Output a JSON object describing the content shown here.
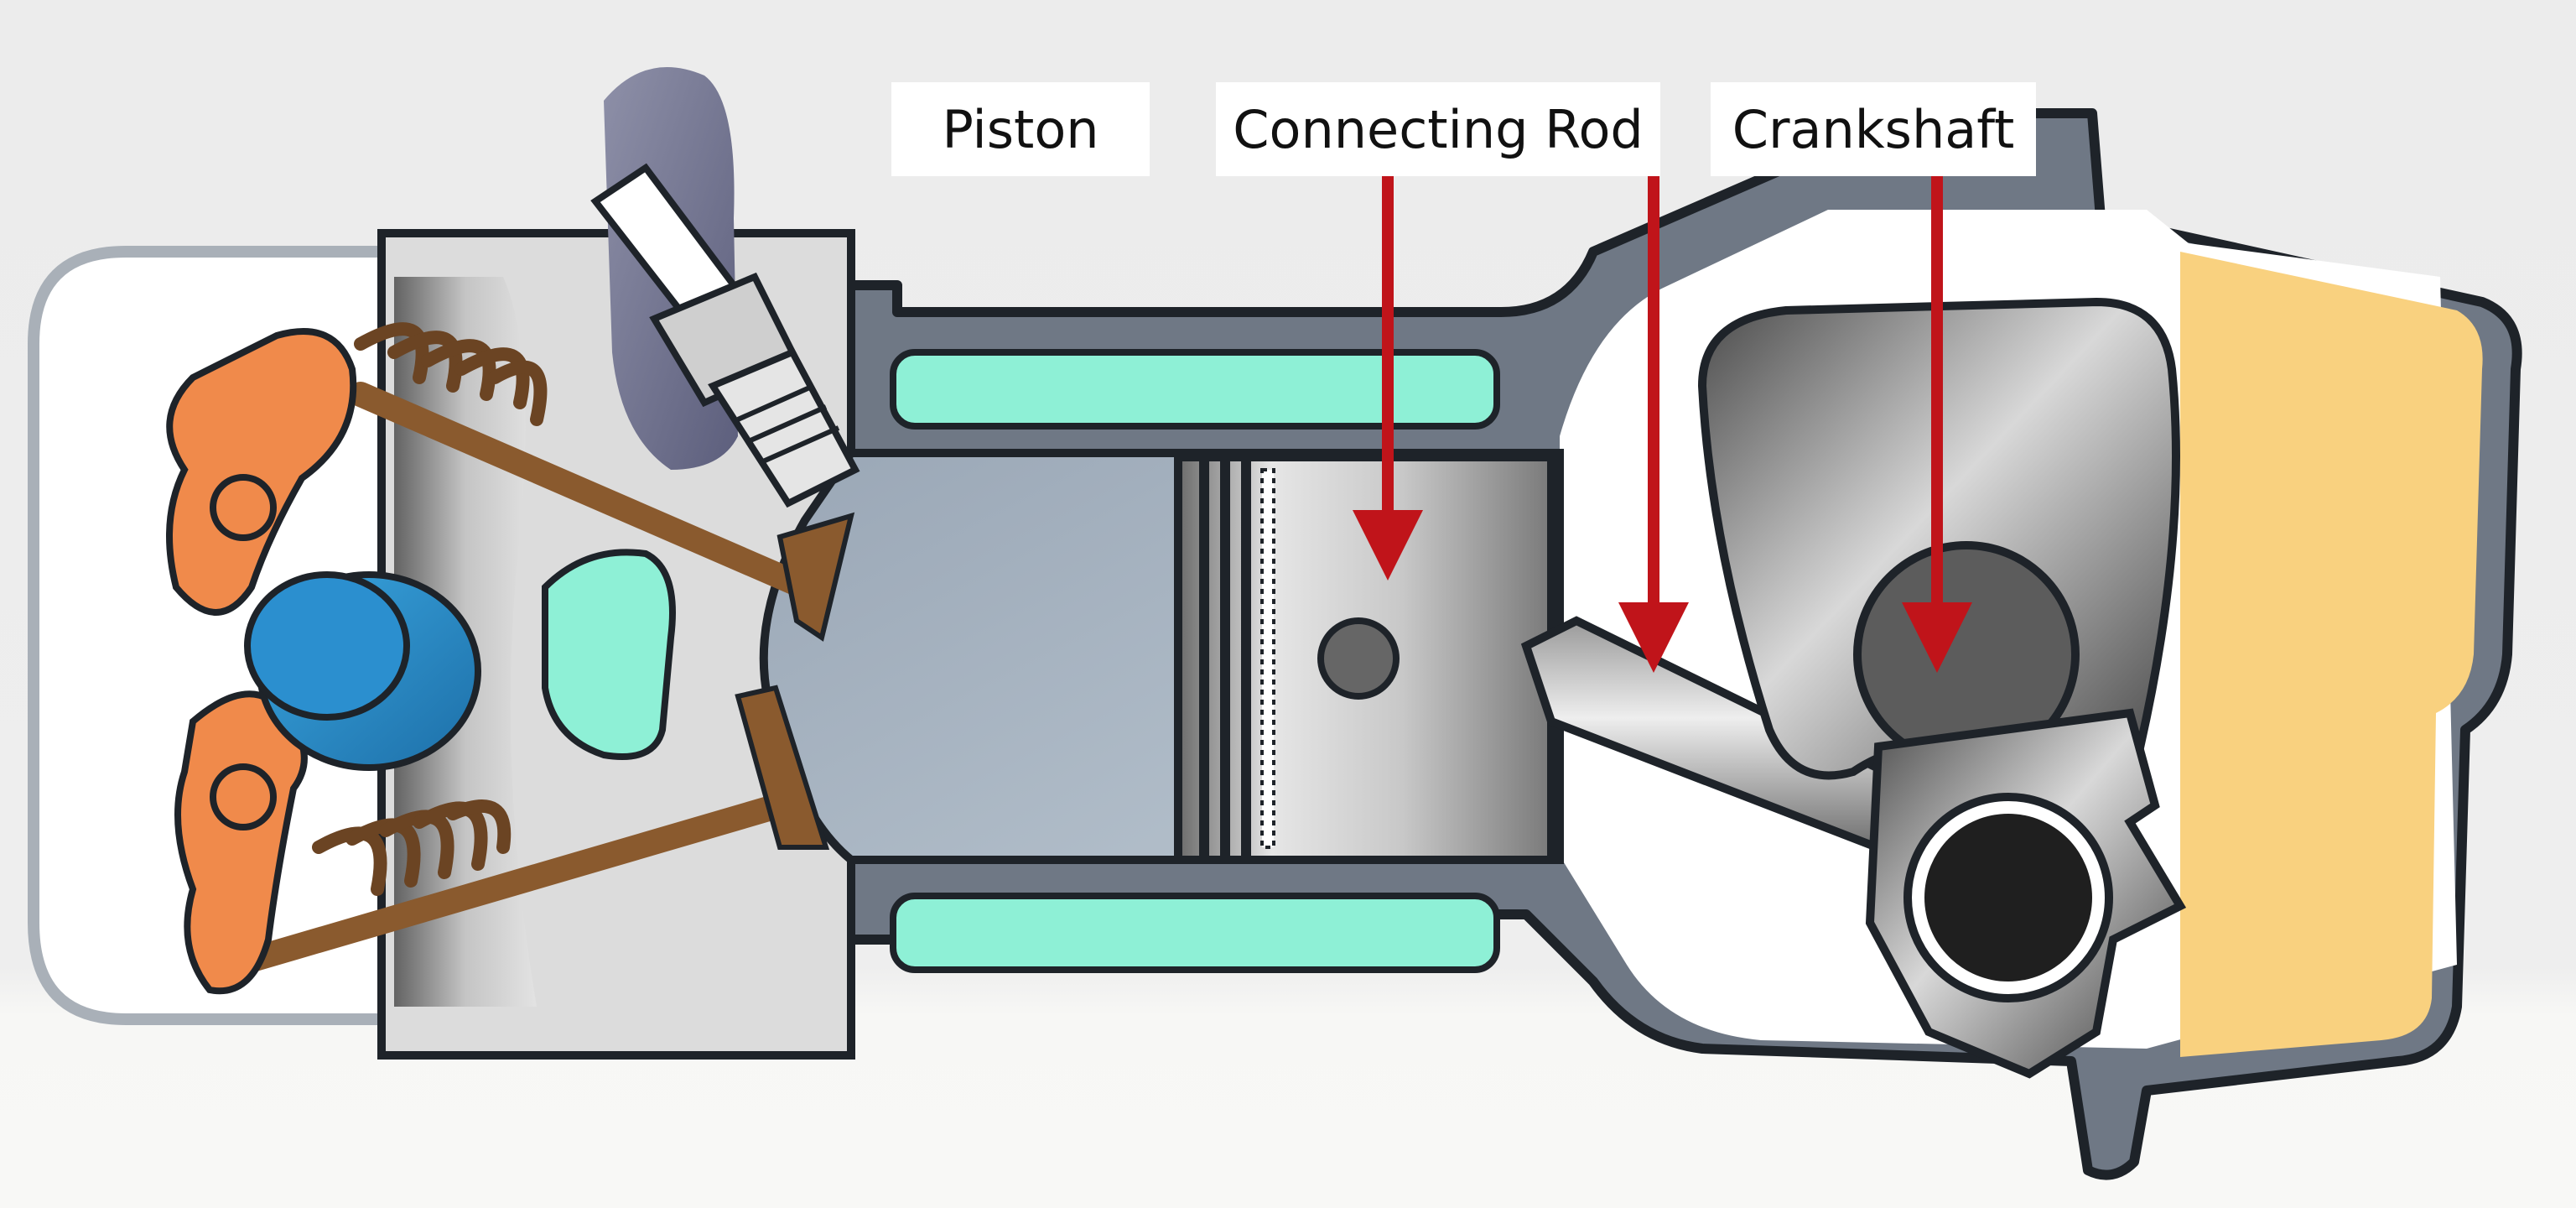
{
  "labels": {
    "piston": "Piston",
    "connecting_rod": "Connecting Rod",
    "crankshaft": "Crankshaft"
  },
  "colors": {
    "background": "#ededed",
    "housing": "#6f7885",
    "coolant": "#8ef0d6",
    "rocker_arm": "#f08a4b",
    "camshaft": "#2b8fcf",
    "valve": "#8a5a2e",
    "oil_pan": "#f9d17f",
    "arrow": "#c0141a",
    "metal_light": "#d9d9d9",
    "metal_dark": "#555555"
  },
  "icons": [
    "spark-plug-icon",
    "valve-spring-icon",
    "rocker-arm-icon",
    "camshaft-icon",
    "piston-icon",
    "connecting-rod-icon",
    "crankshaft-icon"
  ]
}
